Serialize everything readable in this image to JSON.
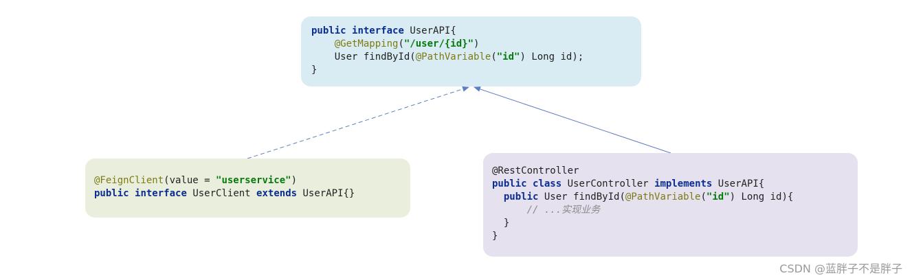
{
  "user_api": {
    "line1": {
      "kw1": "public",
      "kw2": "interface",
      "name": "UserAPI{"
    },
    "line2": {
      "ann": "@GetMapping",
      "open": "(",
      "str": "\"/user/{id}\"",
      "close": ")"
    },
    "line3": {
      "prefix": "User findById(",
      "ann": "@PathVariable",
      "open": "(",
      "str": "\"id\"",
      "suffix": ") Long id);"
    },
    "line4": "}"
  },
  "user_client": {
    "line1": {
      "ann": "@FeignClient",
      "prefix": "(value = ",
      "str": "\"userservice\"",
      "suffix": ")"
    },
    "line2": {
      "kw1": "public",
      "kw2": "interface",
      "name": "UserClient",
      "kw3": "extends",
      "suffix": "UserAPI{}"
    }
  },
  "user_controller": {
    "line1": "@RestController",
    "line2": {
      "kw1": "public",
      "kw2": "class",
      "name": "UserController",
      "kw3": "implements",
      "suffix": "UserAPI{"
    },
    "line3": {
      "kw": "public",
      "prefix": "User findById(",
      "ann": "@PathVariable",
      "open": "(",
      "str": "\"id\"",
      "suffix": ") Long id){"
    },
    "line4": "// ...实现业务",
    "line5": "}",
    "line6": "}"
  },
  "colors": {
    "api_box": "#d9ecf4",
    "client_box": "#eaefdd",
    "controller_box": "#e6e1ee",
    "arrow": "#5b7fbf"
  },
  "watermark": "CSDN @蓝胖子不是胖子"
}
